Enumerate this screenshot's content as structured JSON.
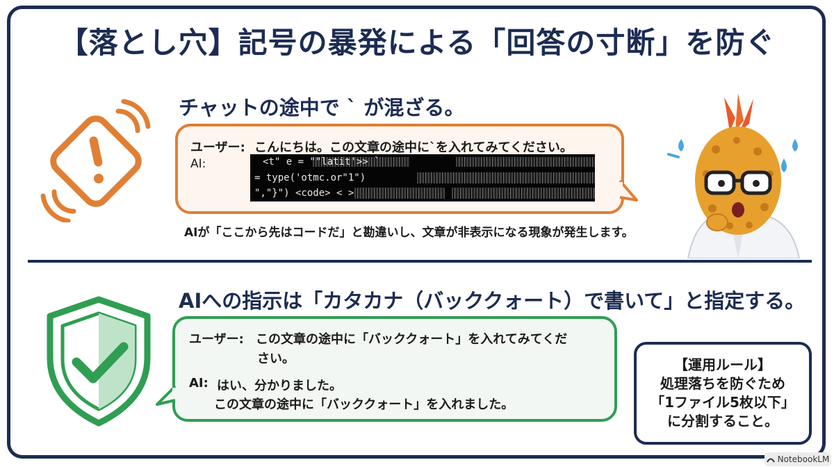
{
  "title": "【落とし穴】記号の暴発による「回答の寸断」を防ぐ",
  "problem": {
    "heading": "チャットの途中で ` が混ざる。",
    "user_label": "ユーザー:",
    "user_text": "こんにちは。この文章の途中に`を入れてみてください。",
    "ai_label": "AI:",
    "code_lines": [
      "<t\"            e = \"\"latit'>>  `               ",
      "=           type('otmc.or\"1\")                 ",
      "\",\"}\") <code> <              >"
    ],
    "caption": "AIが「ここから先はコードだ」と勘違いし、文章が非表示になる現象が発生します。"
  },
  "solution": {
    "heading": "AIへの指示は「カタカナ（バッククォート）で書いて」と指定する。",
    "user_label": "ユーザー:",
    "user_text_1": "この文章の途中に「バッククォート」を入れてみてくだ",
    "user_text_2": "さい。",
    "ai_label": "AI:",
    "ai_text_1": "はい、分かりました。",
    "ai_text_2": "この文章の途中に「バッククォート」を入れました。"
  },
  "rule": {
    "line1": "【運用ルール】",
    "line2": "処理落ちを防ぐため",
    "line3": "「1ファイル5枚以下」",
    "line4": "に分割すること。"
  },
  "badge": {
    "text": "NotebookLM"
  },
  "colors": {
    "navy": "#1c2c52",
    "orange": "#e07f35",
    "green": "#2f9e53"
  },
  "icons": {
    "warning": "warning-icon",
    "shield": "shield-check-icon",
    "mascot": "tempura-mascot-icon"
  }
}
